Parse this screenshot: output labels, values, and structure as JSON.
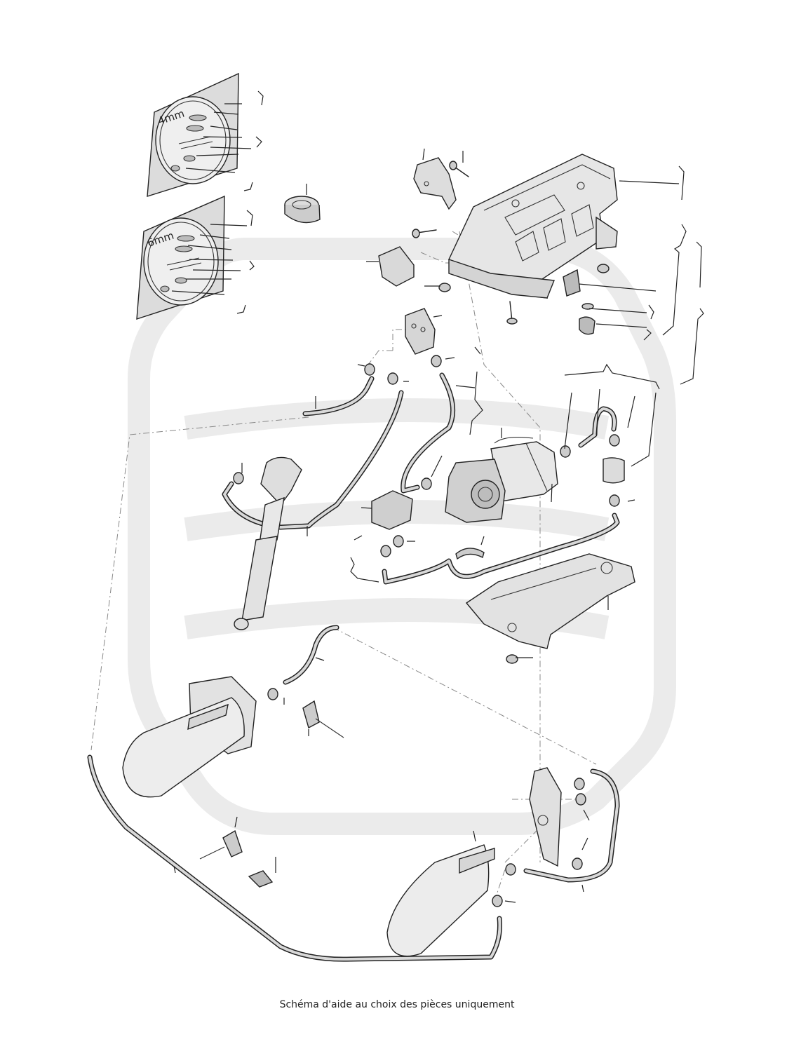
{
  "diagram": {
    "kit_labels": [
      "4mm",
      "6mm"
    ],
    "watermark_color": "#ebebeb",
    "line_color": "#222222",
    "part_fill": "#e4e4e4"
  },
  "footer": {
    "caption": "Schéma d'aide au choix des pièces uniquement"
  }
}
